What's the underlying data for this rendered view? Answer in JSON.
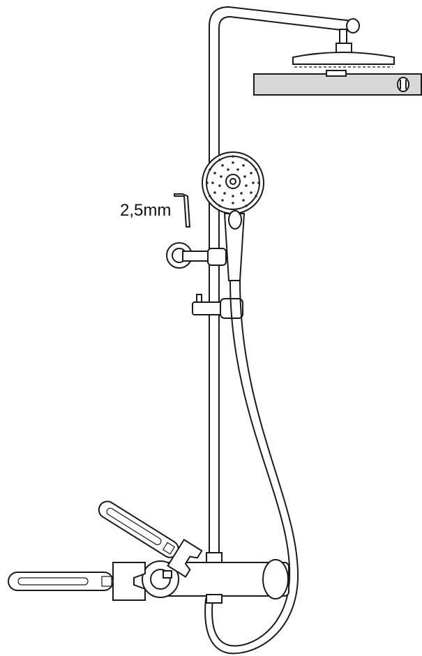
{
  "hex_key": {
    "size_label": "2,5mm"
  },
  "colors": {
    "stroke": "#1a1a1a",
    "level_fill": "#d8d8d8",
    "background": "#ffffff"
  },
  "components": [
    "shower-rail",
    "overhead-shower",
    "spirit-level",
    "hand-shower",
    "wall-bracket",
    "slider-holder",
    "shower-hose",
    "thermostatic-mixer",
    "adjustable-wrench",
    "hex-key"
  ]
}
